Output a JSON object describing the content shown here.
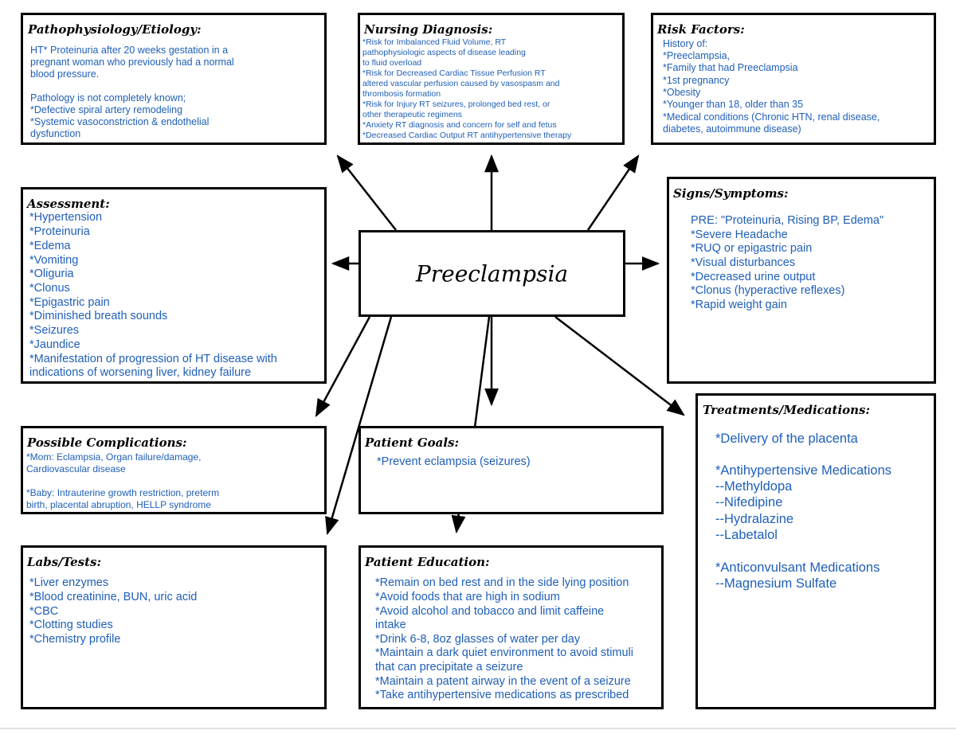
{
  "center": {
    "title": "Preeclampsia"
  },
  "patho": {
    "title": "Pathophysiology/Etiology:",
    "lines": [
      "HT* Proteinuria after 20 weeks gestation in a",
      "pregnant woman who previously had a normal",
      "blood pressure.",
      "",
      "Pathology is not completely known;",
      "*Defective spiral artery remodeling",
      "*Systemic vasoconstriction & endothelial",
      " dysfunction"
    ]
  },
  "nursing": {
    "title": "Nursing Diagnosis:",
    "lines": [
      "*Risk for Imbalanced Fluid Volume, RT",
      "  pathophysiologic aspects of disease leading",
      "  to fluid overload",
      "*Risk for Decreased Cardiac Tissue Perfusion RT",
      "  altered vascular perfusion caused by vasospasm and",
      "  thrombosis formation",
      "*Risk for Injury RT seizures, prolonged bed rest, or",
      "  other therapeutic regimens",
      "*Anxiety RT diagnosis and concern for self and fetus",
      "*Decreased Cardiac Output RT antihypertensive therapy"
    ]
  },
  "risk": {
    "title": "Risk Factors:",
    "lines": [
      "History of:",
      "*Preeclampsia,",
      "*Family that had Preeclampsia",
      "*1st pregnancy",
      "*Obesity",
      "*Younger than 18, older than 35",
      "*Medical conditions (Chronic HTN, renal disease,",
      " diabetes, autoimmune disease)"
    ]
  },
  "assessment": {
    "title": "Assessment:",
    "lines": [
      "*Hypertension",
      "*Proteinuria",
      "*Edema",
      "*Vomiting",
      "*Oliguria",
      "*Clonus",
      "*Epigastric pain",
      "*Diminished breath sounds",
      "*Seizures",
      "*Jaundice",
      "*Manifestation of progression of HT disease with",
      " indications of worsening liver, kidney failure"
    ]
  },
  "signs": {
    "title": "Signs/Symptoms:",
    "lines": [
      "PRE: \"Proteinuria, Rising BP, Edema\"",
      "*Severe Headache",
      "*RUQ or epigastric pain",
      "*Visual disturbances",
      "*Decreased urine output",
      "*Clonus (hyperactive reflexes)",
      "*Rapid weight gain"
    ]
  },
  "complications": {
    "title": "Possible Complications:",
    "lines": [
      "*Mom: Eclampsia, Organ failure/damage,",
      " Cardiovascular disease",
      "",
      "*Baby: Intrauterine growth restriction, preterm",
      " birth, placental abruption, HELLP syndrome"
    ]
  },
  "goals": {
    "title": "Patient Goals:",
    "lines": [
      "*Prevent eclampsia (seizures)"
    ]
  },
  "treatments": {
    "title": "Treatments/Medications:",
    "lines": [
      "*Delivery of the placenta",
      "",
      "*Antihypertensive Medications",
      "--Methyldopa",
      "--Nifedipine",
      "--Hydralazine",
      "--Labetalol",
      "",
      "*Anticonvulsant Medications",
      "--Magnesium Sulfate"
    ]
  },
  "labs": {
    "title": "Labs/Tests:",
    "lines": [
      "*Liver enzymes",
      "*Blood creatinine, BUN, uric acid",
      "*CBC",
      "*Clotting studies",
      "*Chemistry profile"
    ]
  },
  "education": {
    "title": "Patient Education:",
    "lines": [
      "*Remain on bed rest and in the side lying position",
      "*Avoid foods that are high in sodium",
      "*Avoid alcohol and tobacco and limit caffeine",
      "  intake",
      "*Drink 6-8, 8oz glasses of water per day",
      "*Maintain a dark quiet environment to avoid stimuli",
      "  that can precipitate a seizure",
      "*Maintain a patent airway in the event of a seizure",
      "*Take antihypertensive medications as prescribed"
    ]
  },
  "colors": {
    "text": "#1f5fb8",
    "border": "#000000"
  }
}
